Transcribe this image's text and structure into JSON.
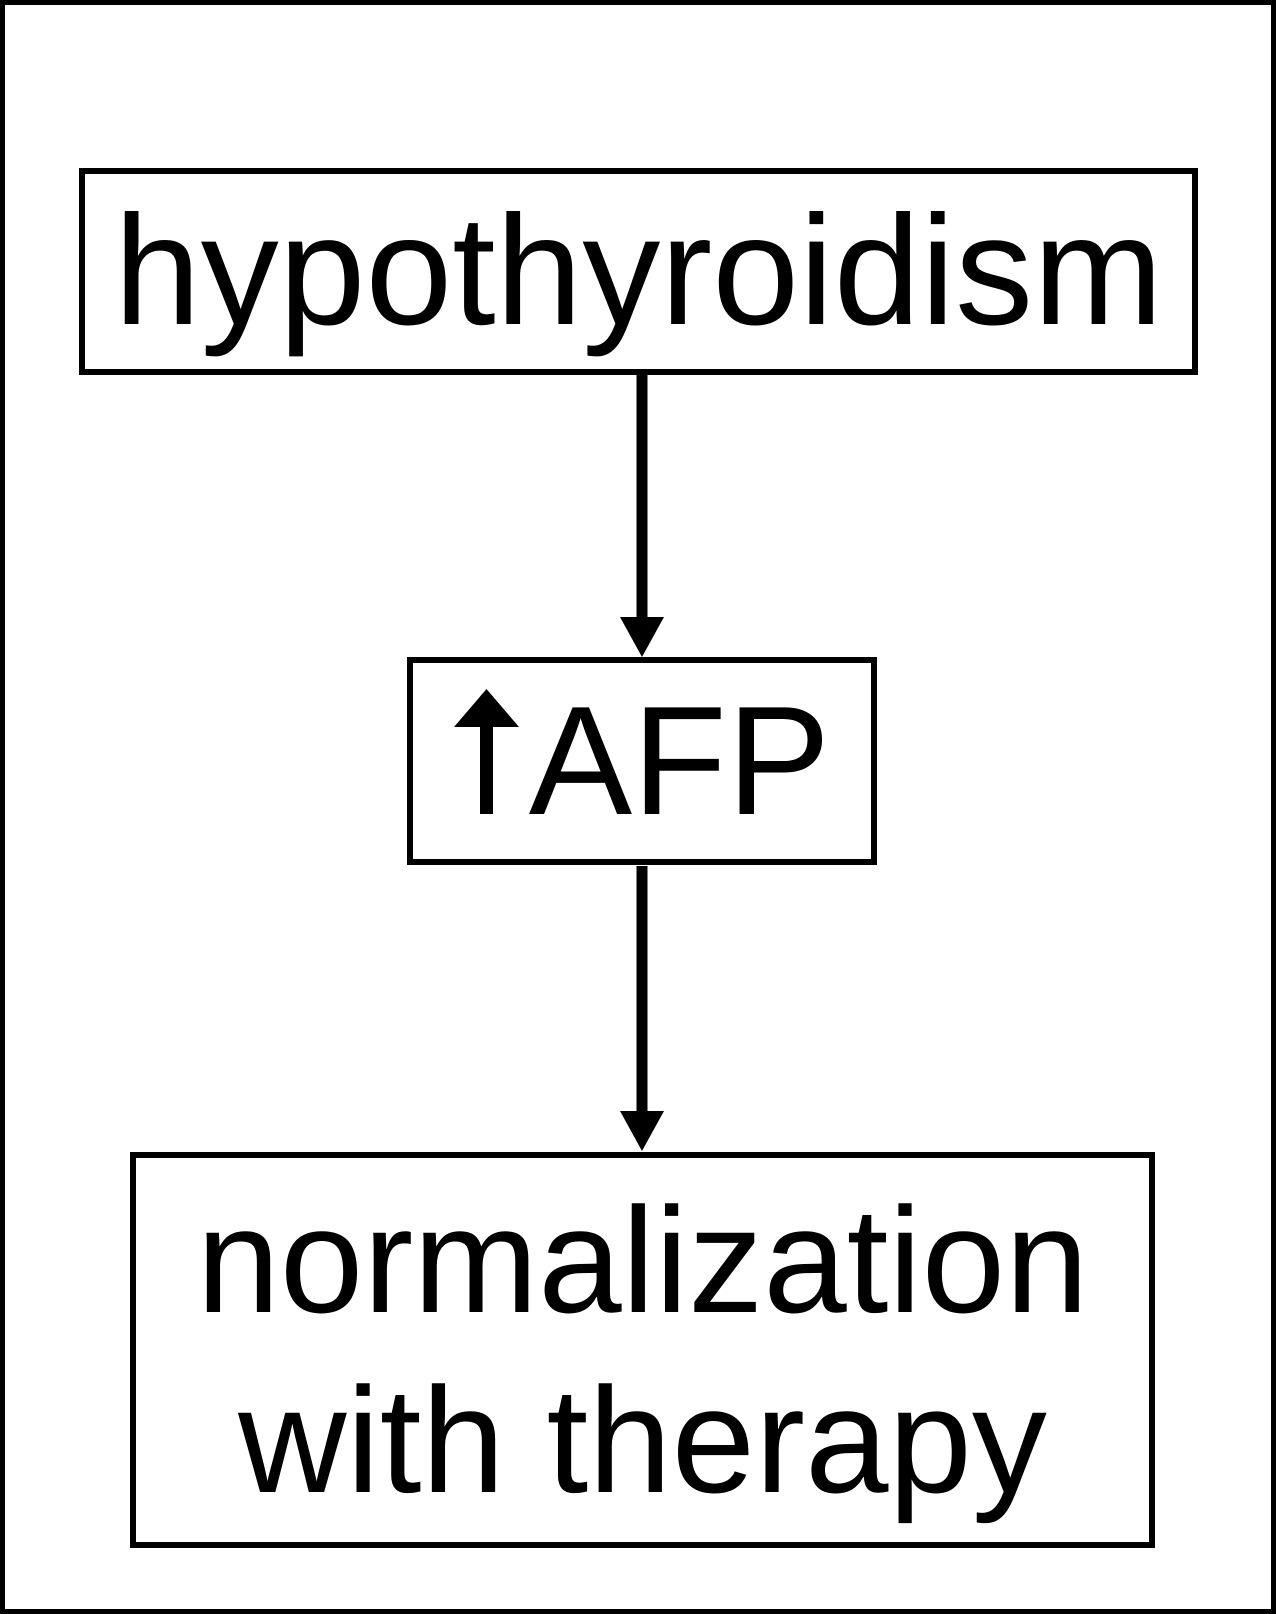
{
  "diagram": {
    "type": "flowchart",
    "colors": {
      "background": "#ffffff",
      "line": "#000000",
      "text": "#000000"
    },
    "nodes": [
      {
        "label": "hypothyroidism"
      },
      {
        "icon": "up-arrow-icon",
        "glyph": "↑",
        "label": "AFP"
      },
      {
        "label": "normalization with therapy"
      }
    ],
    "edges": [
      {
        "from": "hypothyroidism",
        "to": "↑AFP",
        "direction": "down",
        "icon": "arrow-down-icon"
      },
      {
        "from": "↑AFP",
        "to": "normalization with therapy",
        "direction": "down",
        "icon": "arrow-down-icon"
      }
    ]
  }
}
